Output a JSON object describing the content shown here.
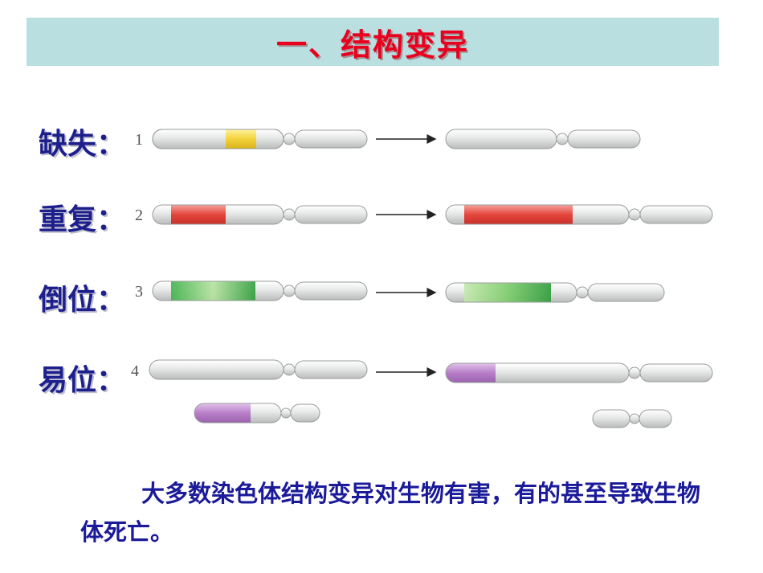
{
  "title": "一、结构变异",
  "rows": [
    {
      "label": "缺失：",
      "number": "1"
    },
    {
      "label": "重复：",
      "number": "2"
    },
    {
      "label": "倒位：",
      "number": "3"
    },
    {
      "label": "易位：",
      "number": "4"
    }
  ],
  "colors": {
    "title_bg": "#b9dfe1",
    "title_text": "#e8001e",
    "label_text": "#1d1f8c",
    "deletion_band": "#f2d23a",
    "duplication_band": "#e5463c",
    "inversion_band": "#3fb34a",
    "translocation_band": "#b87fc8",
    "chromosome_body": "#e4e6e5"
  },
  "caption": "大多数染色体结构变异对生物有害，有的甚至导致生物体死亡。"
}
